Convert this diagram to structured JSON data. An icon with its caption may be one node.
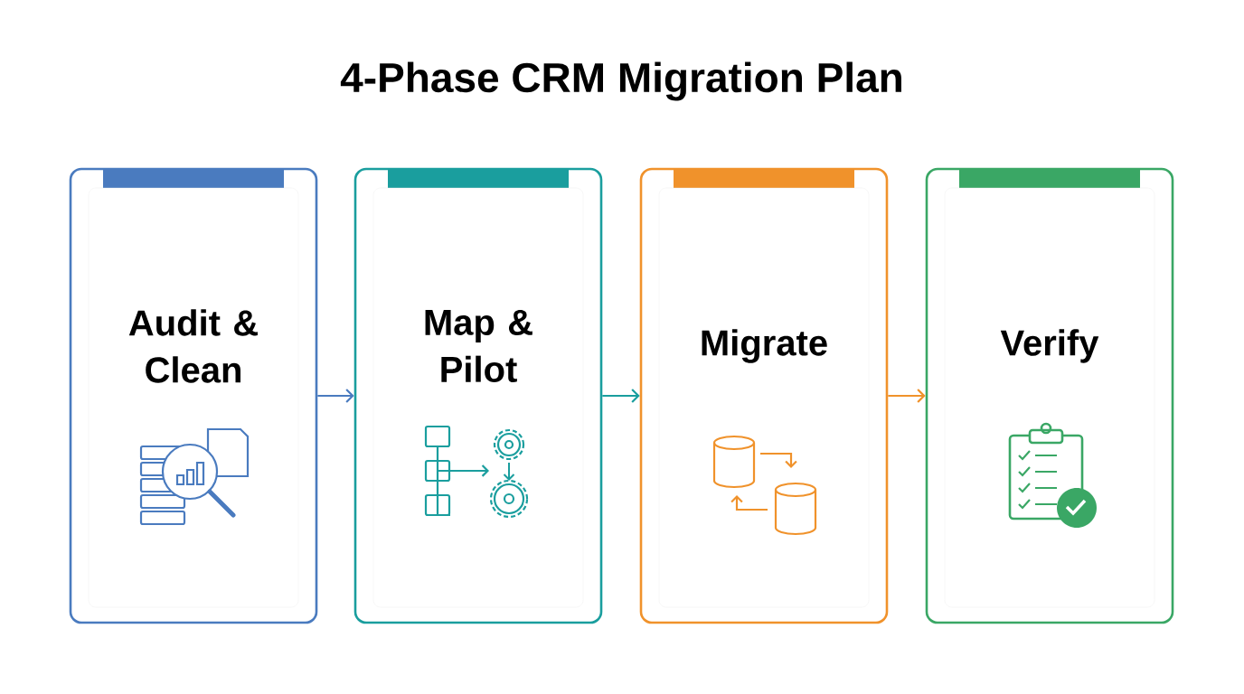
{
  "diagram": {
    "title": "4-Phase CRM Migration Plan",
    "nodes": [
      {
        "text": [
          "Audit & Clean"
        ]
      },
      {
        "text": [
          "Map & Pilot"
        ]
      },
      {
        "text": [
          "Migrate"
        ]
      },
      {
        "text": [
          "Verify"
        ]
      }
    ],
    "edges": [
      {
        "from": 0,
        "to": 1,
        "arrow": "to",
        "color": "#4a7bbf"
      },
      {
        "from": 1,
        "to": 2,
        "arrow": "to",
        "color": "#1a9e9e"
      },
      {
        "from": 2,
        "to": 3,
        "arrow": "to",
        "color": "#f0922b"
      }
    ]
  }
}
